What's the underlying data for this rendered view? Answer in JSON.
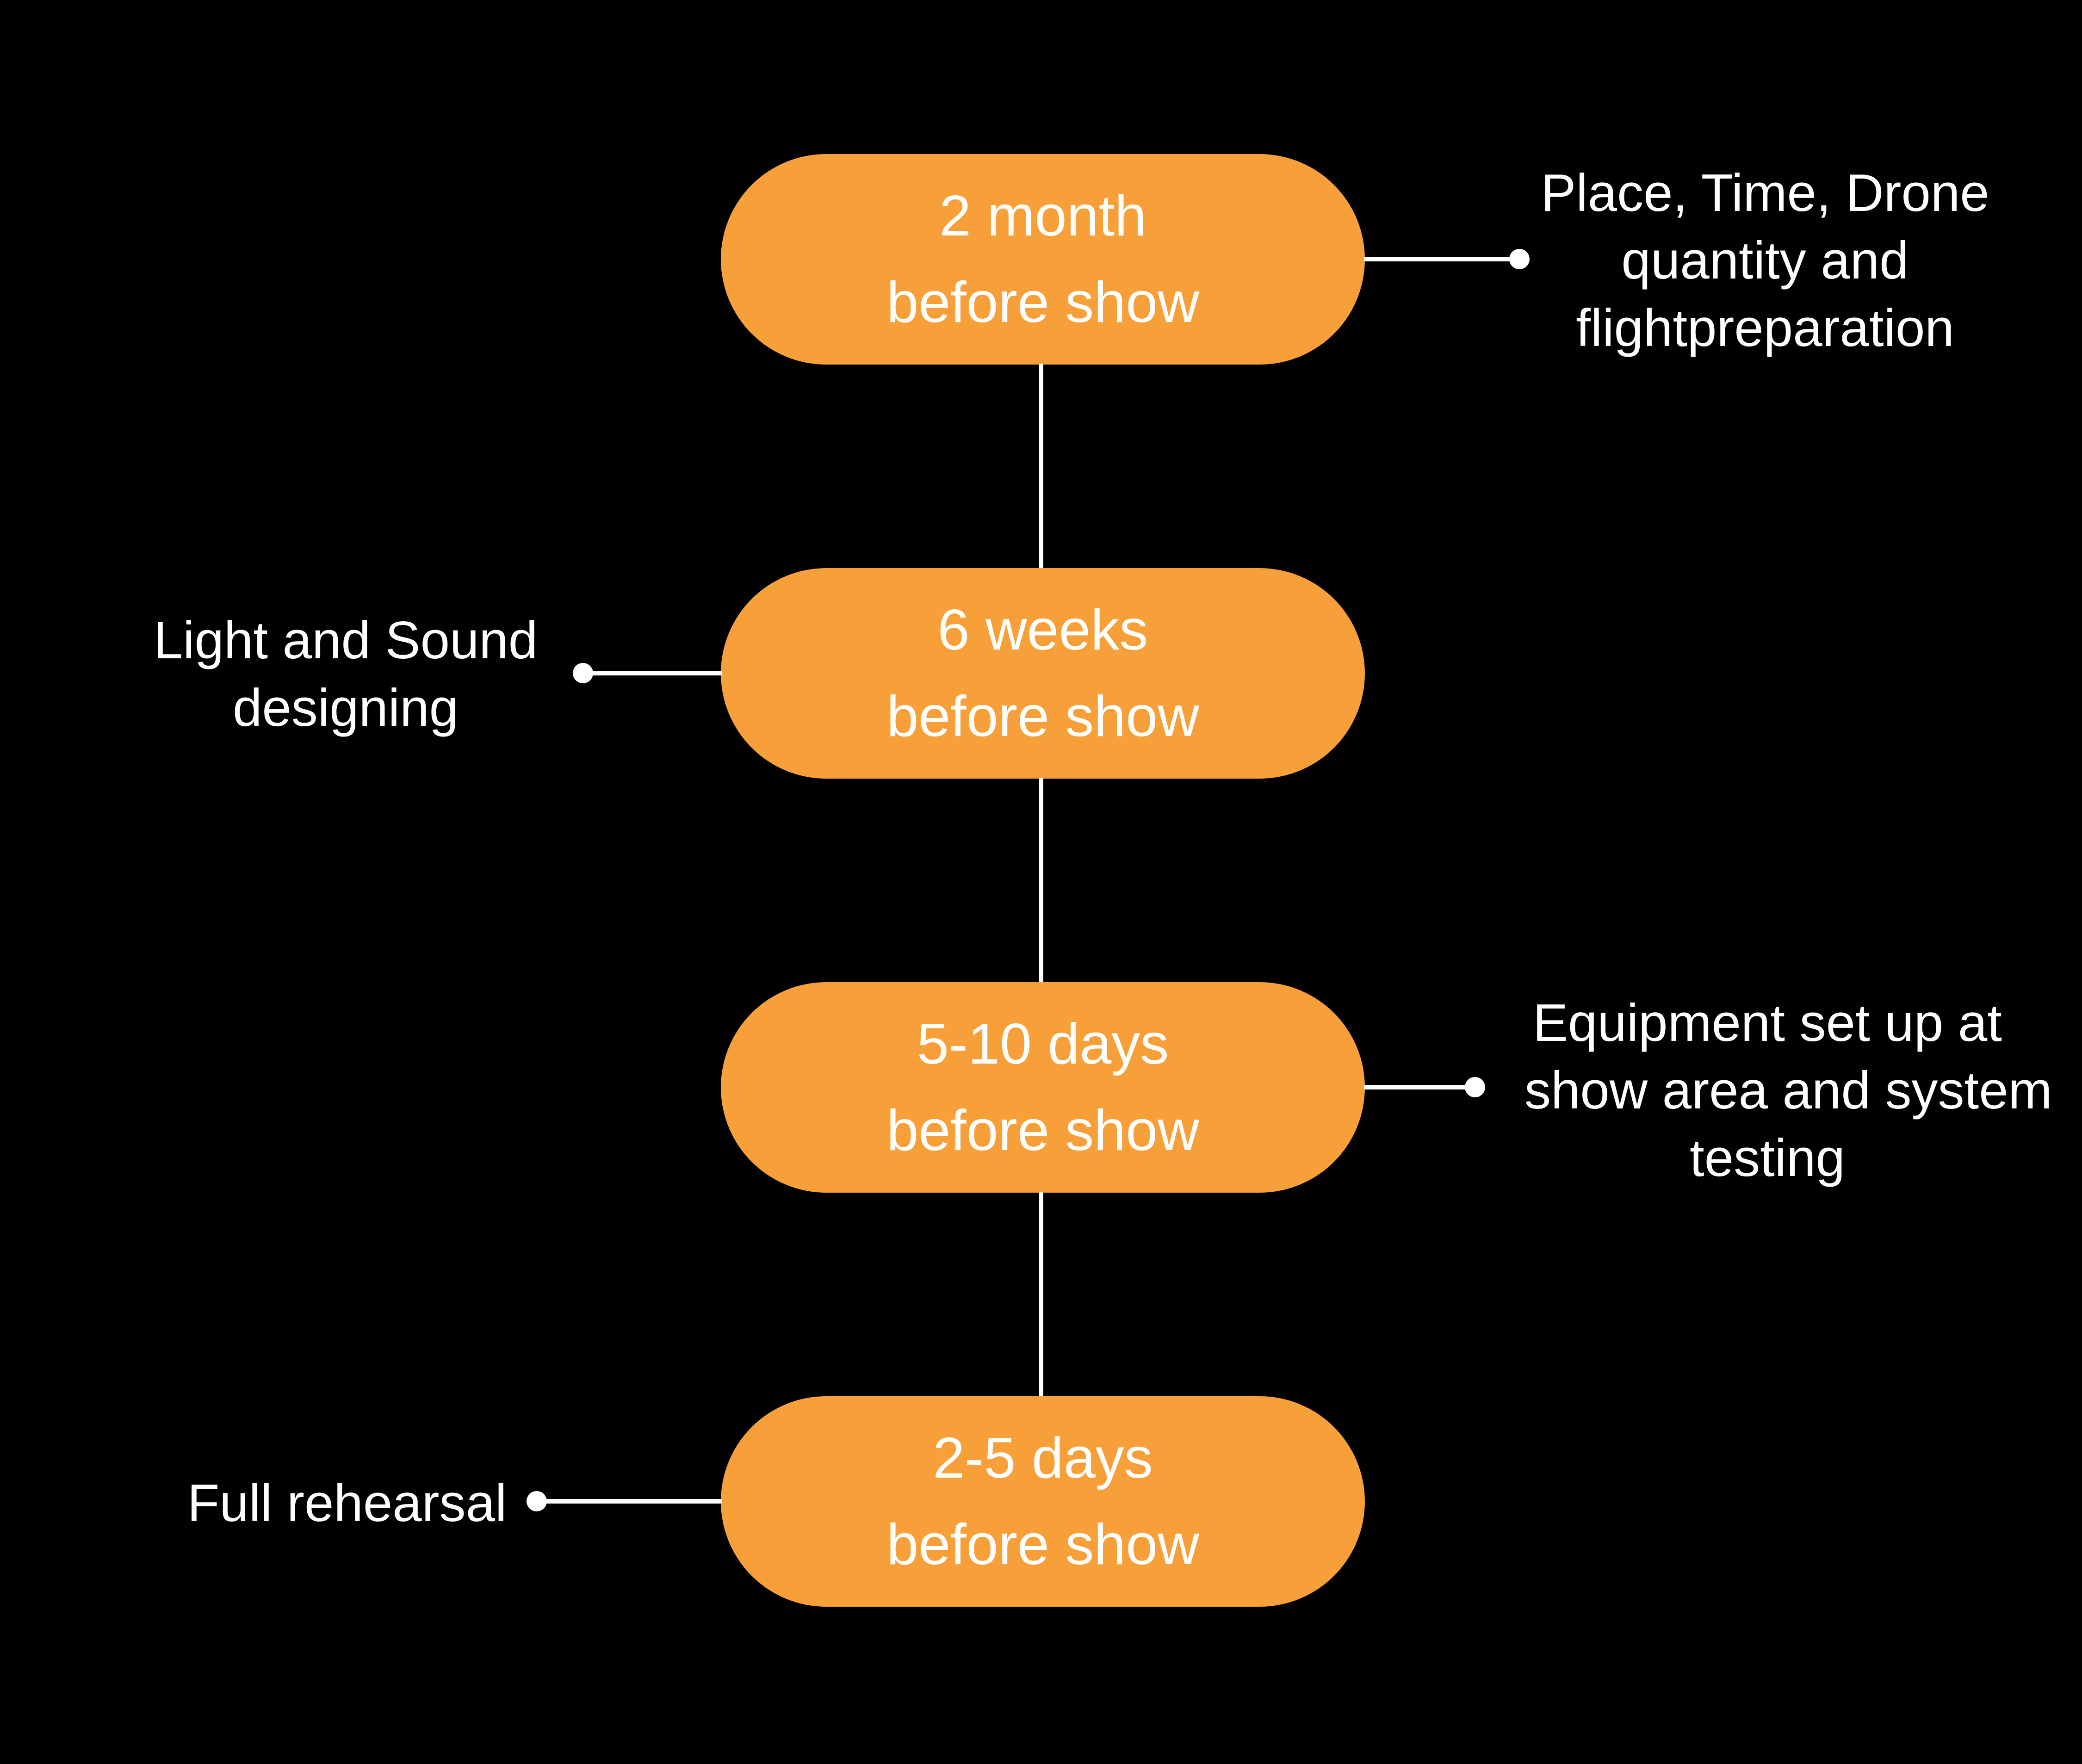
{
  "background_color": "#000000",
  "accent_color": "#F7A03A",
  "text_color": "#FFFFFF",
  "timeline": {
    "steps": [
      {
        "pill_line1": "2 month",
        "pill_line2": "before show",
        "note_side": "right",
        "note_line1": "Place, Time, Drone",
        "note_line2": "quantity and",
        "note_line3": "flightpreparation"
      },
      {
        "pill_line1": "6 weeks",
        "pill_line2": "before show",
        "note_side": "left",
        "note_line1": "Light and Sound",
        "note_line2": "designing"
      },
      {
        "pill_line1": "5-10 days",
        "pill_line2": "before show",
        "note_side": "right",
        "note_line1": "Equipment set up at",
        "note_line2": "show area and system",
        "note_line3": "testing"
      },
      {
        "pill_line1": "2-5 days",
        "pill_line2": "before show",
        "note_side": "left",
        "note_line1": "Full rehearsal"
      }
    ]
  }
}
